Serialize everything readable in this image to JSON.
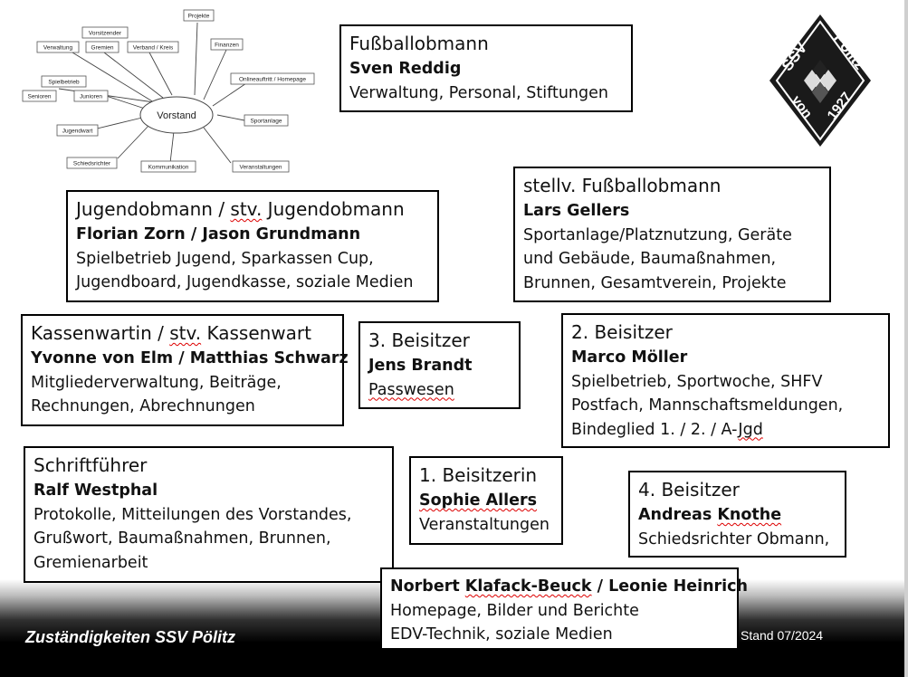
{
  "diagram": {
    "center": "Vorstand",
    "nodes": {
      "projekte": "Projekte",
      "finanzen": "Finanzen",
      "online": "Onlineauftritt / Homepage",
      "sportanlage": "Sportanlage",
      "veranstaltungen": "Veranstaltungen",
      "kommunikation": "Kommunikation",
      "schiedsrichter": "Schiedsrichter",
      "jugendwart": "Jugendwart",
      "spielbetrieb": "Spielbetrieb",
      "senioren": "Senioren",
      "junioren": "Junioren",
      "verwaltung": "Verwaltung",
      "vorsitzender": "Vorsitzender",
      "gremien": "Gremien",
      "verband": "Verband / Kreis"
    }
  },
  "logo": {
    "text_ssv": "SSV",
    "text_politz": "Pölitz",
    "text_von": "von",
    "text_year": "1927"
  },
  "boxes": {
    "fussballobmann": {
      "title": "Fußballobmann",
      "name": "Sven Reddig",
      "duties": "Verwaltung, Personal, Stiftungen"
    },
    "stellv": {
      "title": "stellv. Fußballobmann",
      "name": "Lars Gellers",
      "duties": "Sportanlage/Platznutzung, Geräte\nund Gebäude, Baumaßnahmen,\nBrunnen, Gesamtverein, Projekte"
    },
    "jugend": {
      "title_a": "Jugendobmann / ",
      "title_b": "stv.",
      "title_c": " Jugendobmann",
      "name": "Florian Zorn / Jason Grundmann",
      "duties": "Spielbetrieb Jugend, Sparkassen Cup,\nJugendboard, Jugendkasse, soziale Medien"
    },
    "kasse": {
      "title_a": "Kassenwartin / ",
      "title_b": "stv.",
      "title_c": " Kassenwart",
      "name": "Yvonne von Elm / Matthias Schwarz",
      "duties": "Mitgliederverwaltung, Beiträge,\nRechnungen, Abrechnungen"
    },
    "beisitzer3": {
      "title": "3. Beisitzer",
      "name": "Jens Brandt",
      "duties": "Passwesen"
    },
    "beisitzer2": {
      "title": "2. Beisitzer",
      "name": "Marco Möller",
      "duties": "Spielbetrieb, Sportwoche, SHFV\nPostfach, Mannschaftsmeldungen,",
      "duties_last_a": "Bindeglied 1. / 2. / A-",
      "duties_last_b": "Jgd"
    },
    "schrift": {
      "title": "Schriftführer",
      "name": "Ralf Westphal",
      "duties": "Protokolle, Mitteilungen des Vorstandes,\nGrußwort, Baumaßnahmen, Brunnen,\nGremienarbeit"
    },
    "beisitzerin1": {
      "title": "1. Beisitzerin",
      "name": "Sophie Allers",
      "duties": "Veranstaltungen"
    },
    "beisitzer4": {
      "title": "4. Beisitzer",
      "name_a": "Andreas ",
      "name_b": "Knothe",
      "duties": "Schiedsrichter Obmann,"
    },
    "homepage": {
      "name_a": "Norbert ",
      "name_b": "Klafack-Beuck",
      "name_c": " / Leonie Heinrich",
      "duties": "Homepage, Bilder und Berichte\nEDV-Technik, soziale Medien"
    }
  },
  "footer": {
    "title": "Zuständigkeiten SSV Pölitz",
    "stand": "Stand 07/2024"
  },
  "colors": {
    "border": "#000000",
    "spellcheck": "#dd0000"
  }
}
